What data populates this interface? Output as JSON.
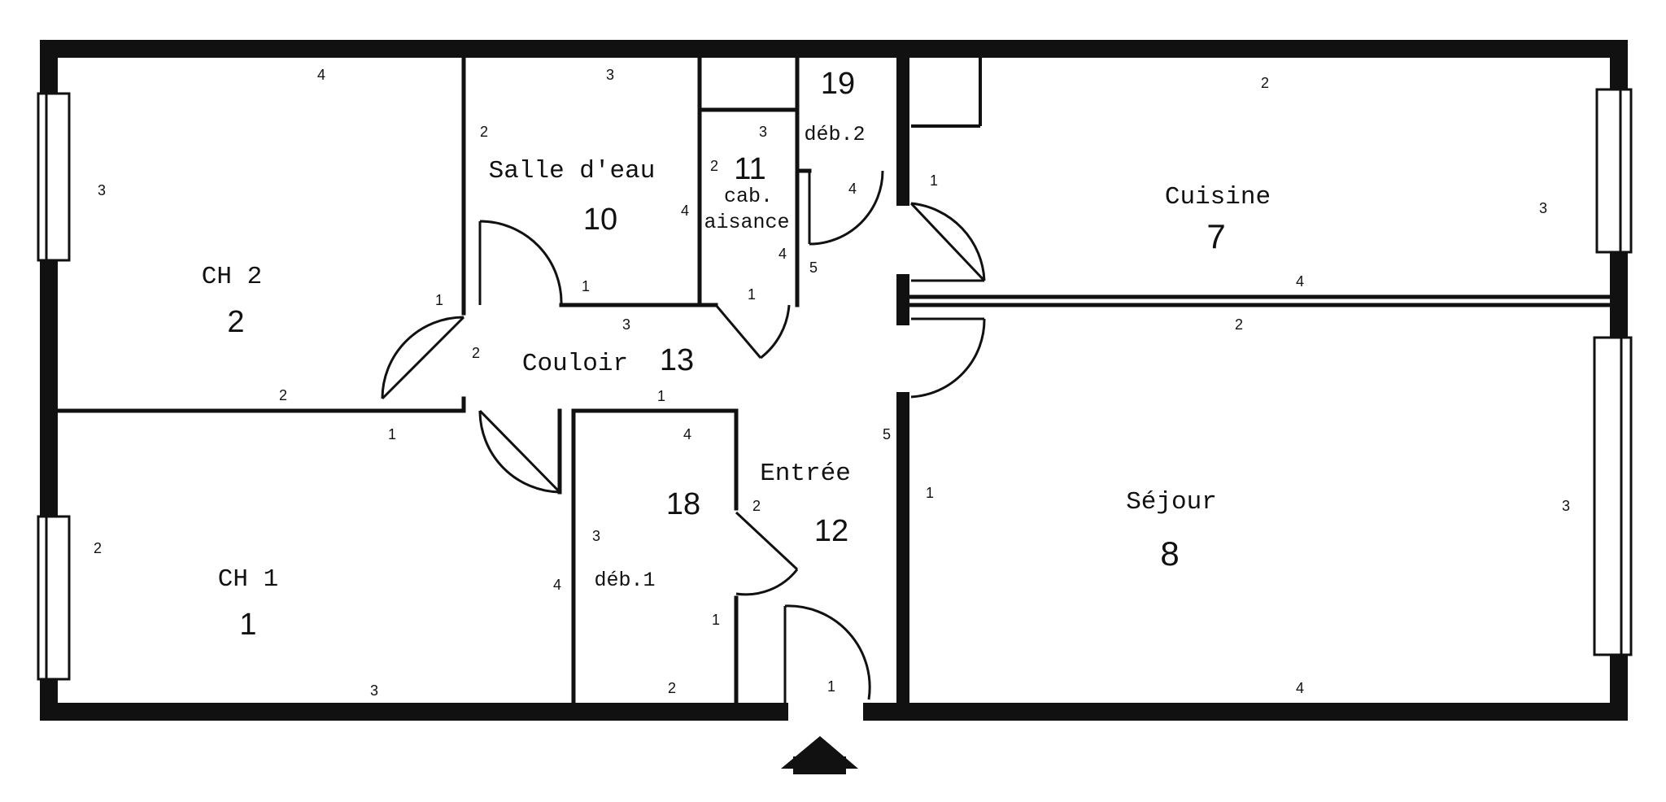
{
  "rooms": {
    "ch2": {
      "name": "CH 2",
      "number": "2"
    },
    "ch1": {
      "name": "CH 1",
      "number": "1"
    },
    "salle_deau": {
      "name": "Salle d'eau",
      "number": "10"
    },
    "cab_aisance": {
      "number": "11",
      "name_line1": "cab.",
      "name_line2": "aisance"
    },
    "deb2": {
      "number": "19",
      "name": "déb.2"
    },
    "couloir": {
      "name": "Couloir",
      "number": "13"
    },
    "deb1": {
      "number": "18",
      "name": "déb.1"
    },
    "entree": {
      "name": "Entrée",
      "number": "12"
    },
    "cuisine": {
      "name": "Cuisine",
      "number": "7"
    },
    "sejour": {
      "name": "Séjour",
      "number": "8"
    }
  },
  "wall_labels": {
    "ch2_top": "4",
    "ch2_left": "3",
    "ch2_right": "1",
    "ch2_bottom": "2",
    "ch1_top": "1",
    "ch1_left": "2",
    "ch1_right": "4",
    "ch1_bottom": "3",
    "sde_top": "3",
    "sde_left": "2",
    "sde_right": "4",
    "sde_bottom": "1",
    "cab_top": "3",
    "cab_left": "2",
    "cab_right": "4",
    "cab_bottom": "1",
    "deb2_right": "4",
    "deb2_bottom": "5",
    "couloir_left": "2",
    "couloir_top": "3",
    "couloir_bottom": "1",
    "deb1_top": "4",
    "deb1_left": "3",
    "deb1_right": "2",
    "deb1_right_low": "1",
    "deb1_bottom": "2",
    "entree_right": "5",
    "entree_bottom": "1",
    "cuisine_top": "2",
    "cuisine_left": "1",
    "cuisine_right": "3",
    "cuisine_bottom": "4",
    "sejour_top": "2",
    "sejour_left": "1",
    "sejour_right": "3",
    "sejour_bottom": "4"
  }
}
